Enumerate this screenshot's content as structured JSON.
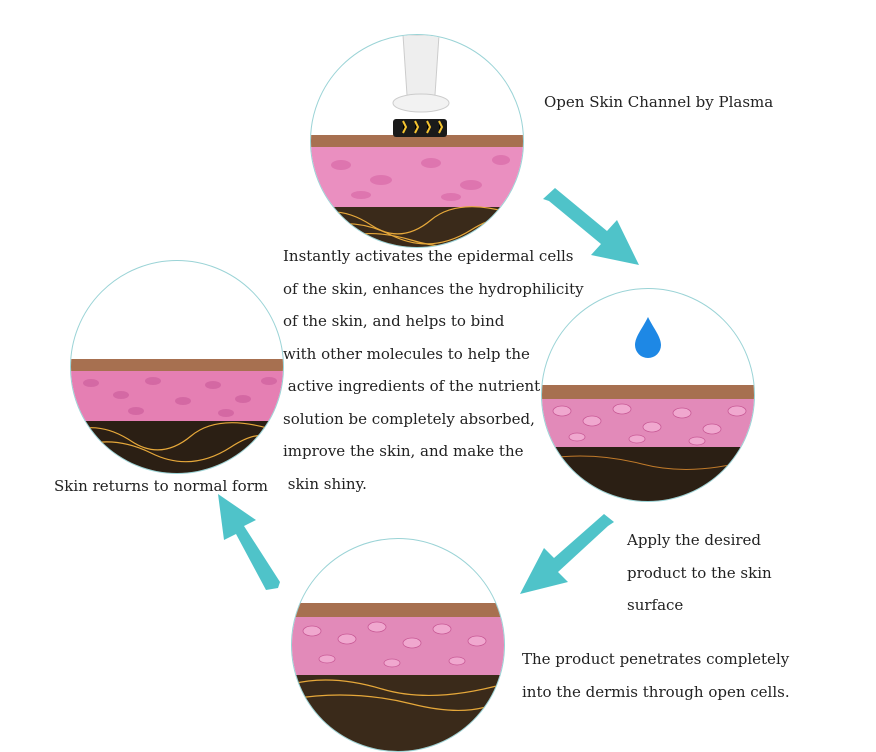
{
  "steps": {
    "step1": "Open Skin Channel by Plasma",
    "step2": [
      "Apply the desired",
      "product to the skin",
      "surface"
    ],
    "step3": [
      "The product penetrates completely",
      "into the dermis through open cells."
    ],
    "step4": "Skin returns to normal form"
  },
  "description": [
    "Instantly activates the epidermal cells",
    "of the skin, enhances the hydrophilicity",
    "of the skin, and helps to bind",
    "with other molecules to help the",
    " active ingredients of the nutrient",
    "solution be completely absorbed,",
    "improve the skin, and make the",
    " skin shiny."
  ],
  "colors": {
    "arrow": "#4fc3c9",
    "skin_pink": "#e57fb3",
    "dermis": "#c98a3a",
    "circle_border": "#9ad3d6"
  }
}
